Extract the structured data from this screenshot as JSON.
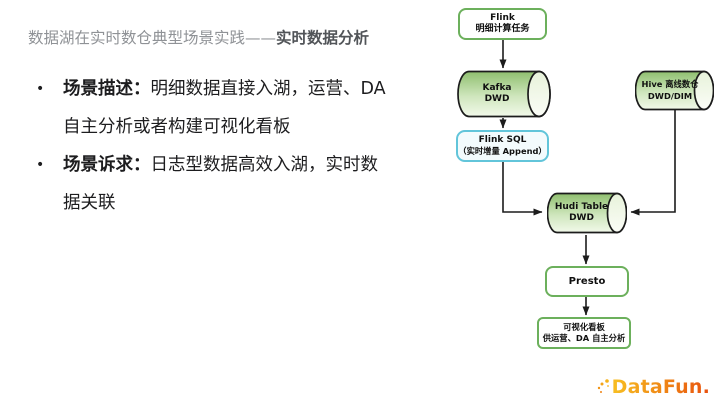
{
  "title": {
    "prefix": "数据湖在实时数仓典型场景实践——",
    "highlight": "实时数据分析"
  },
  "bullets": [
    {
      "label": "场景描述：",
      "lines": [
        "明细数据直接入湖，运营、DA",
        "自主分析或者构建可视化看板"
      ]
    },
    {
      "label": "场景诉求：",
      "lines": [
        "日志型数据高效入湖，实时数",
        "据关联"
      ]
    }
  ],
  "flowchart": {
    "flink": {
      "line1": "Flink",
      "line2": "明细计算任务"
    },
    "kafka": {
      "line1": "Kafka",
      "line2": "DWD"
    },
    "hive": {
      "line1": "Hive 离线数仓",
      "line2": "DWD/DIM"
    },
    "flink_sql": {
      "line1": "Flink SQL",
      "line2": "（实时增量 Append）"
    },
    "hudi": {
      "line1": "Hudi Table",
      "line2": "DWD"
    },
    "presto": {
      "line1": "Presto"
    },
    "dashboard": {
      "line1": "可视化看板",
      "line2": "供运营、DA 自主分析"
    }
  },
  "logo": {
    "text": "DataFun."
  },
  "colors": {
    "title_gray": "#8f9296",
    "title_dark": "#515458",
    "node_border_green": "#6cb05c",
    "node_border_cyan": "#62c5da",
    "cylinder_top": "#8fbf6f",
    "cylinder_bottom": "#f2f9ea",
    "connector_black": "#1c1c1c",
    "logo_orange": "#ef8315"
  }
}
